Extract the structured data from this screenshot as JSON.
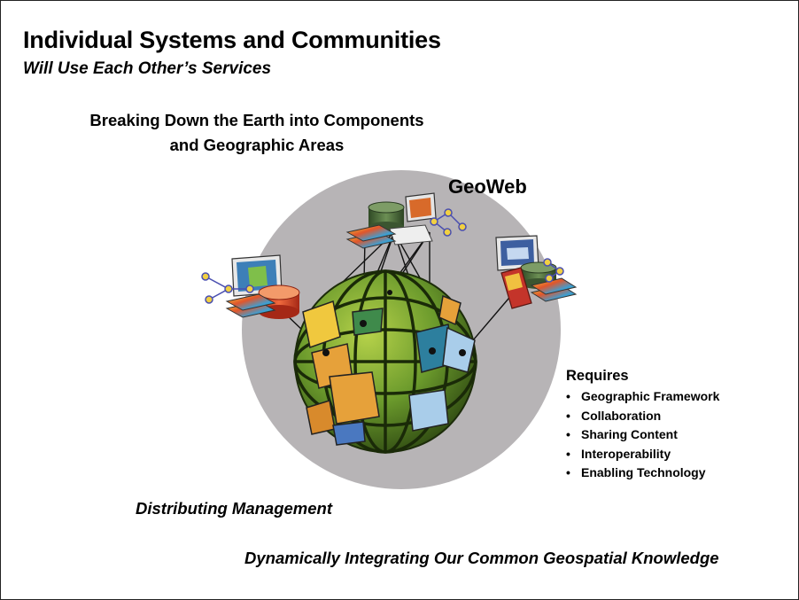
{
  "slide": {
    "title": "Individual Systems and Communities",
    "subtitle": "Will Use Each Other’s Services",
    "heading_line1": "Breaking Down the Earth into Components",
    "heading_line2": "and Geographic Areas",
    "hub_label": "GeoWeb",
    "requires": {
      "label": "Requires",
      "items": [
        "Geographic Framework",
        "Collaboration",
        "Sharing Content",
        "Interoperability",
        "Enabling Technology"
      ]
    },
    "footer_left": "Distributing Management",
    "footer_right": "Dynamically Integrating Our Common Geospatial Knowledge"
  },
  "colors": {
    "disc": "#b7b4b6",
    "globe_green": "#6b9a2c",
    "globe_dark": "#2f4a12",
    "tile_orange": "#e6a13a",
    "tile_blue": "#a9cdea",
    "tile_yellow": "#f0c83e",
    "tile_green": "#3f8a4b",
    "cylinder_red": "#e0492b",
    "cylinder_green": "#4d6b3a"
  },
  "icons": [
    "globe-icon",
    "database-icon",
    "computer-icon",
    "map-layers-icon",
    "network-graph-icon",
    "mobile-device-icon",
    "monitor-icon"
  ]
}
